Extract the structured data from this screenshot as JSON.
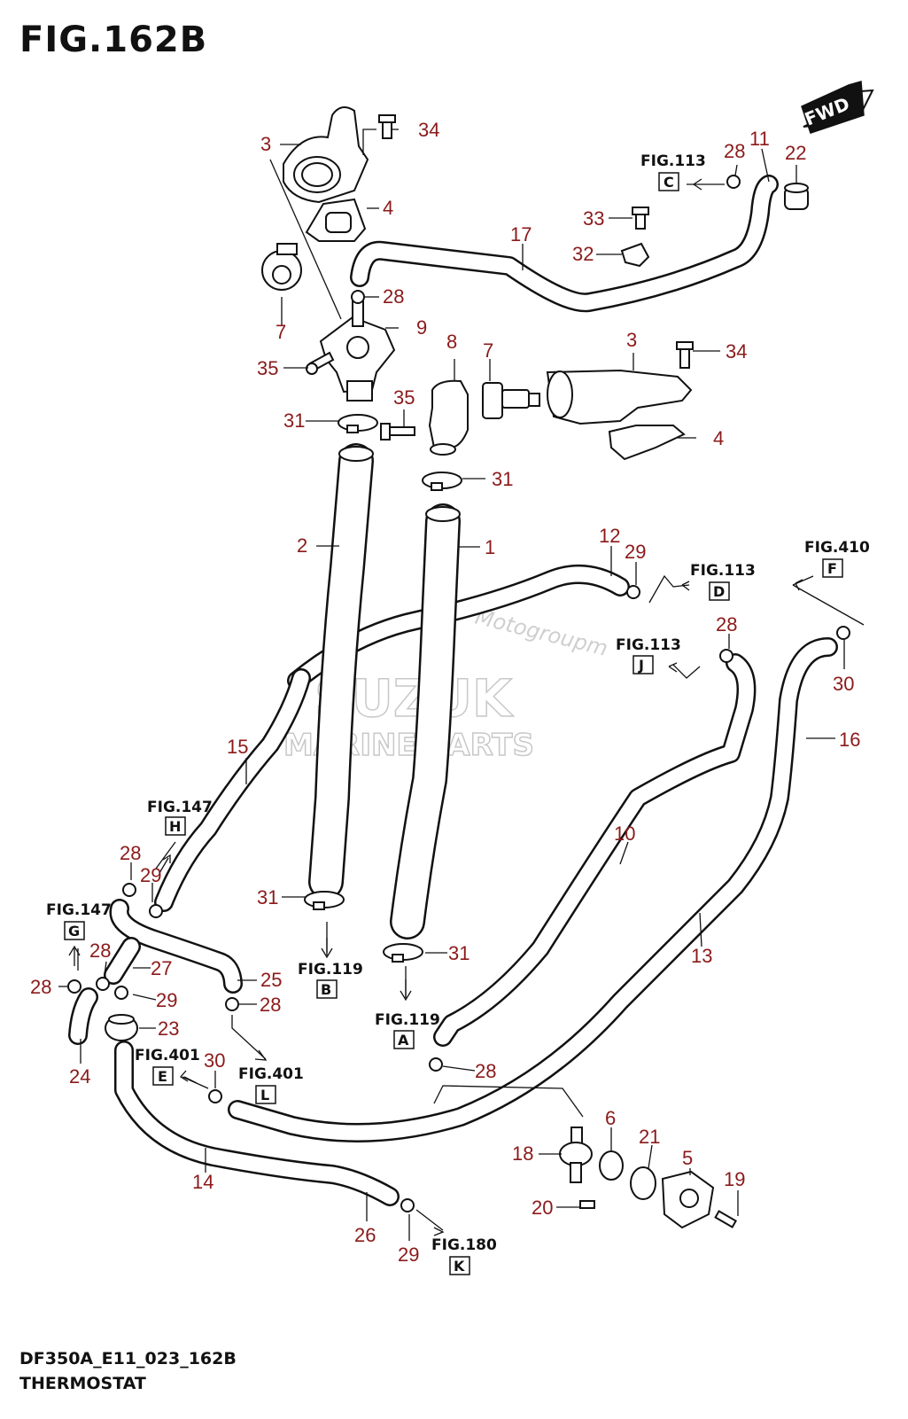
{
  "figure": {
    "title": "FIG.162B",
    "code": "DF350A_E11_023_162B",
    "name": "THERMOSTAT",
    "fwd_label": "FWD"
  },
  "watermark": {
    "brand": "SUZUK",
    "line2": "MARINE PARTS",
    "site": "Motogroupm"
  },
  "part_numbers": [
    "1",
    "2",
    "3",
    "4",
    "5",
    "6",
    "7",
    "8",
    "9",
    "10",
    "11",
    "12",
    "13",
    "14",
    "15",
    "16",
    "17",
    "18",
    "19",
    "20",
    "21",
    "22",
    "23",
    "24",
    "25",
    "26",
    "27",
    "28",
    "29",
    "30",
    "31",
    "32",
    "33",
    "34",
    "35"
  ],
  "references": [
    {
      "fig": "FIG.113",
      "letter": "C"
    },
    {
      "fig": "FIG.113",
      "letter": "D"
    },
    {
      "fig": "FIG.113",
      "letter": "J"
    },
    {
      "fig": "FIG.410",
      "letter": "F"
    },
    {
      "fig": "FIG.147",
      "letter": "H"
    },
    {
      "fig": "FIG.147",
      "letter": "G"
    },
    {
      "fig": "FIG.119",
      "letter": "B"
    },
    {
      "fig": "FIG.119",
      "letter": "A"
    },
    {
      "fig": "FIG.401",
      "letter": "E"
    },
    {
      "fig": "FIG.401",
      "letter": "L"
    },
    {
      "fig": "FIG.180",
      "letter": "K"
    }
  ]
}
